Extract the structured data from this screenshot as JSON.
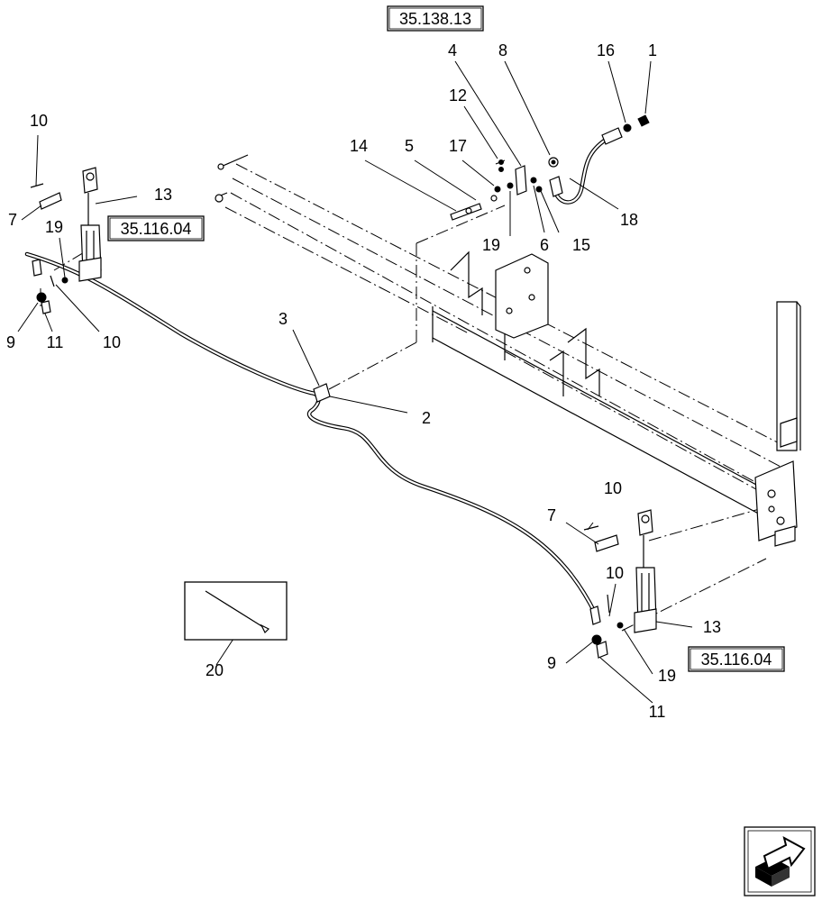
{
  "references": {
    "top": "35.138.13",
    "left_cylinder": "35.116.04",
    "right_cylinder": "35.116.04"
  },
  "callouts": {
    "c1": "1",
    "c2": "2",
    "c3": "3",
    "c4": "4",
    "c5": "5",
    "c6": "6",
    "c7a": "7",
    "c7b": "7",
    "c8": "8",
    "c9a": "9",
    "c9b": "9",
    "c10a": "10",
    "c10b": "10",
    "c10c": "10",
    "c10d": "10",
    "c11a": "11",
    "c11b": "11",
    "c12": "12",
    "c13a": "13",
    "c13b": "13",
    "c14": "14",
    "c15": "15",
    "c16": "16",
    "c17": "17",
    "c18": "18",
    "c19a": "19",
    "c19b": "19",
    "c19c": "19",
    "c20": "20"
  },
  "icons": {
    "navigation": "next-page-arrow-icon",
    "inset": "cable-tie-icon"
  }
}
